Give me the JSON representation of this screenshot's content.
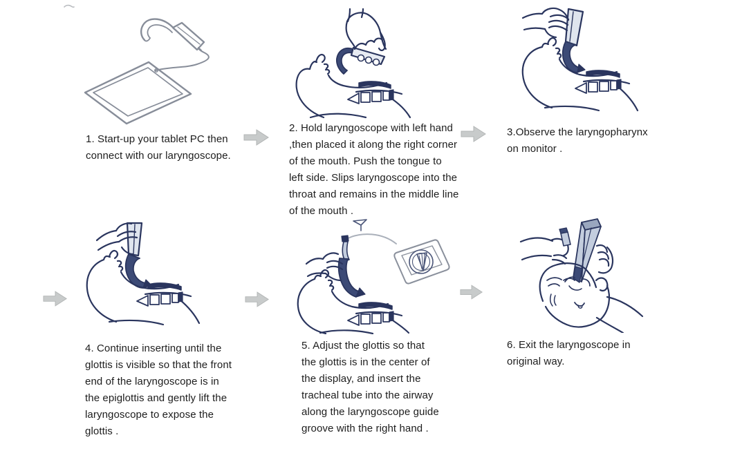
{
  "document": {
    "kind": "laryngoscope-usage-instructions"
  },
  "colors": {
    "line_art_navy": "#2a355e",
    "line_art_gray": "#8a8f9a",
    "blade_fill_light": "#cdd6e4",
    "blade_fill_dark": "#3c4a76",
    "arrow_fill": "#c8cbcb",
    "arrow_edge": "#b2b5b5",
    "text": "#1d1d1d"
  },
  "icons": {
    "arrow": "right-block-arrow"
  },
  "steps": [
    {
      "caption": "1. Start-up your tablet PC then\nconnect with our laryngoscope.",
      "illustration": "tablet-pc-connected-to-laryngoscope"
    },
    {
      "caption": "2. Hold laryngoscope with left hand\n,then placed it along the right corner\nof the mouth. Push the  tongue  to\nleft side. Slips laryngoscope into the\nthroat and remains in the middle line\nof the mouth .",
      "illustration": "hand-inserting-laryngoscope-into-mouth"
    },
    {
      "caption": "3.Observe the laryngopharynx\non monitor .",
      "illustration": "laryngoscope-held-upright-in-throat"
    },
    {
      "caption": "4. Continue inserting until the\nglottis is visible so that the front\nend of the laryngoscope is in\nthe epiglottis and gently lift the\nlaryngoscope to expose the\nglottis .",
      "illustration": "laryngoscope-inserted-deep-lifting-epiglottis"
    },
    {
      "caption": "5. Adjust the glottis so that\nthe glottis is in the center of\nthe display, and insert the\ntracheal tube into the airway\nalong the laryngoscope guide\ngroove with the right hand .",
      "illustration": "tracheal-tube-insertion-with-glottis-on-display"
    },
    {
      "caption": "6. Exit the laryngoscope in\noriginal way.",
      "illustration": "hands-withdrawing-laryngoscope-from-mouth"
    }
  ]
}
